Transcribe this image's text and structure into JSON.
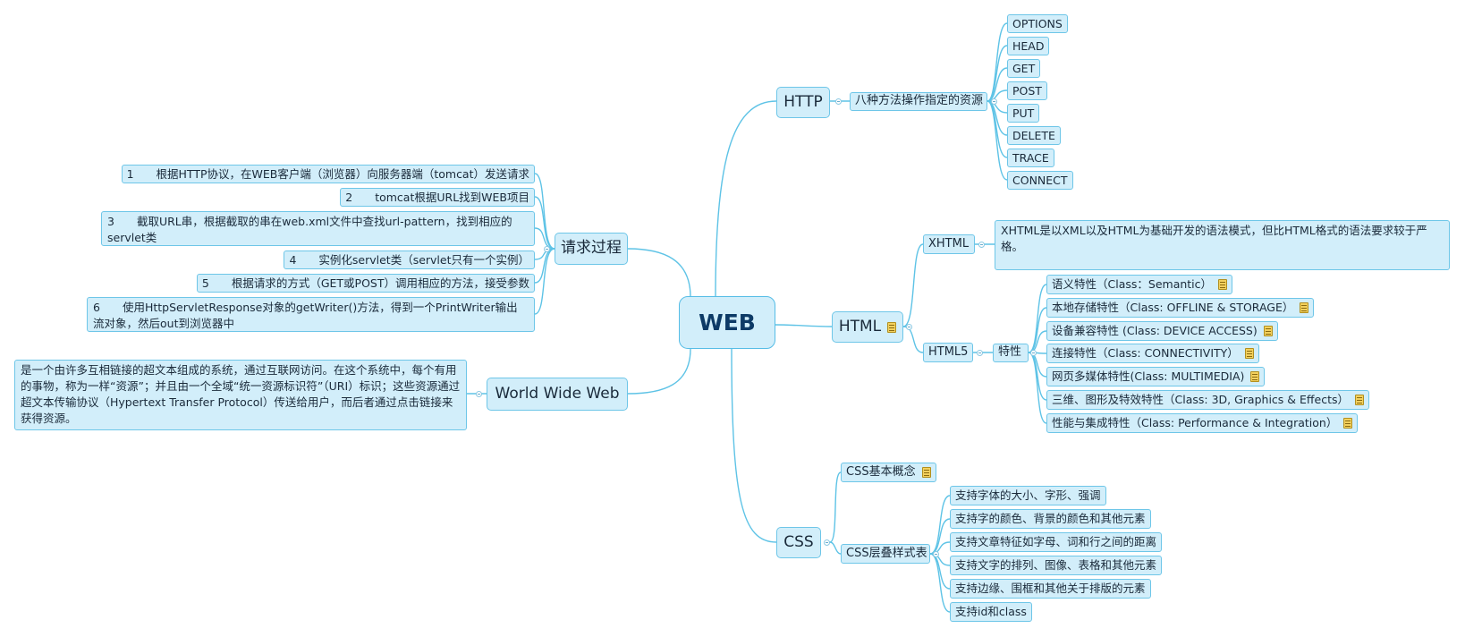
{
  "root": {
    "label": "WEB"
  },
  "branches": {
    "http": {
      "label": "HTTP",
      "methods_node": {
        "label": "八种方法操作指定的资源",
        "items": [
          "OPTIONS",
          "HEAD",
          "GET",
          "POST",
          "PUT",
          "DELETE",
          "TRACE",
          "CONNECT"
        ]
      }
    },
    "html": {
      "label": "HTML",
      "xhtml": {
        "label": "XHTML",
        "note": "XHTML是以XML以及HTML为基础开发的语法模式，但比HTML格式的语法要求较于严格。"
      },
      "html5": {
        "label": "HTML5",
        "features_node": {
          "label": "特性",
          "items": [
            "语义特性（Class：Semantic）",
            "本地存储特性（Class: OFFLINE & STORAGE）",
            "设备兼容特性 (Class: DEVICE ACCESS)",
            "连接特性（Class: CONNECTIVITY）",
            "网页多媒体特性(Class: MULTIMEDIA)",
            "三维、图形及特效特性（Class: 3D, Graphics & Effects）",
            "性能与集成特性（Class: Performance & Integration）"
          ]
        }
      }
    },
    "css": {
      "label": "CSS",
      "basic": {
        "label": "CSS基本概念"
      },
      "cascade": {
        "label": "CSS层叠样式表",
        "items": [
          "支持字体的大小、字形、强调",
          "支持字的颜色、背景的颜色和其他元素",
          "支持文章特征如字母、词和行之间的距离",
          "支持文字的排列、图像、表格和其他元素",
          "支持边缘、围框和其他关于排版的元素",
          "支持id和class"
        ]
      }
    },
    "request": {
      "label": "请求过程",
      "steps": [
        "1　　根据HTTP协议，在WEB客户端（浏览器）向服务器端（tomcat）发送请求",
        "2　　tomcat根据URL找到WEB项目",
        "3　　截取URL串，根据截取的串在web.xml文件中查找url-pattern，找到相应的servlet类",
        "4　　实例化servlet类（servlet只有一个实例）",
        "5　　根据请求的方式（GET或POST）调用相应的方法，接受参数",
        "6　　使用HttpServletResponse对象的getWriter()方法，得到一个PrintWriter输出流对象，然后out到浏览器中"
      ]
    },
    "www": {
      "label": "World Wide Web",
      "note": "是一个由许多互相链接的超文本组成的系统，通过互联网访问。在这个系统中，每个有用的事物，称为一样“资源”；并且由一个全域“统一资源标识符”（URI）标识；这些资源通过超文本传输协议（Hypertext Transfer Protocol）传送给用户，而后者通过点击链接来获得资源。"
    }
  },
  "colors": {
    "node_fill": "#d2eefa",
    "node_border": "#6ec6e8",
    "link": "#5ec3e6",
    "note_icon": "#f3d15e"
  }
}
